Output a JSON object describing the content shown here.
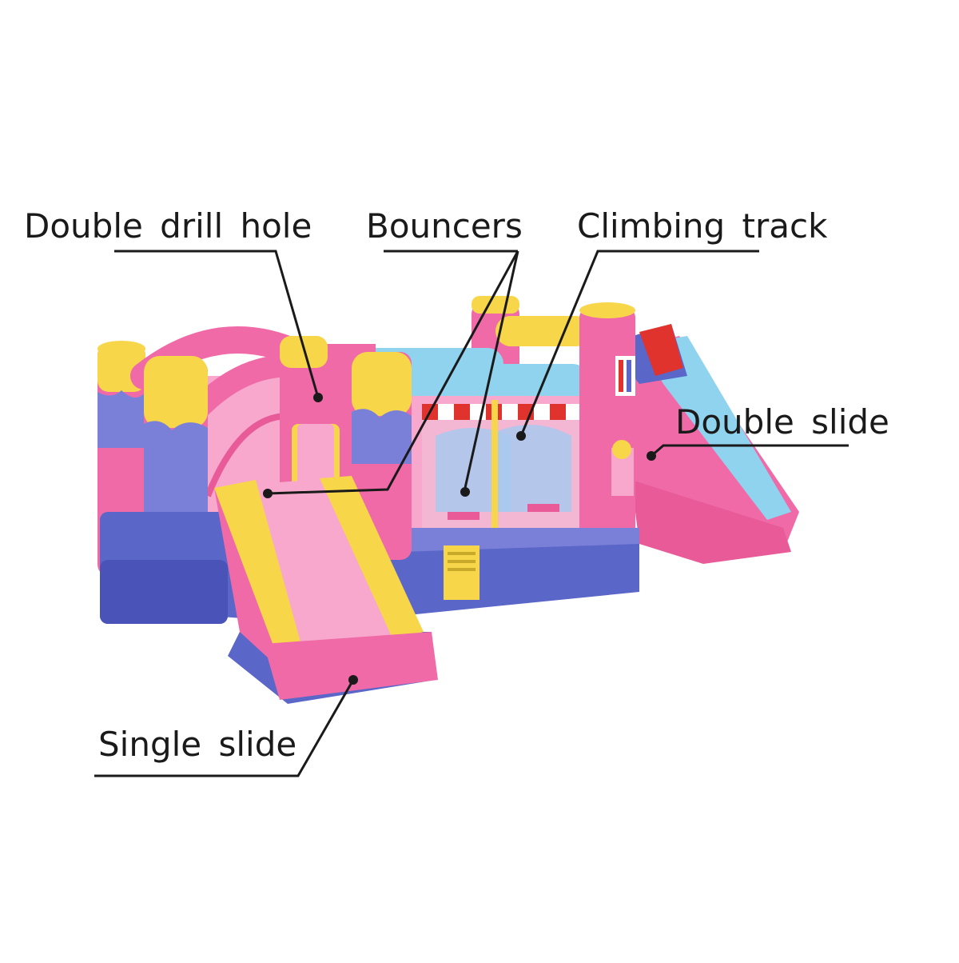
{
  "labels": {
    "double_drill_hole": "Double drill hole",
    "bouncers": "Bouncers",
    "climbing_track": "Climbing track",
    "double_slide": "Double slide",
    "single_slide": "Single slide"
  },
  "colors": {
    "pink": "#f06aa8",
    "light_pink": "#f7a8cc",
    "yellow": "#f7d64a",
    "blue": "#5b66c9",
    "sky": "#8fd3ee",
    "line": "#1a1a1a"
  }
}
